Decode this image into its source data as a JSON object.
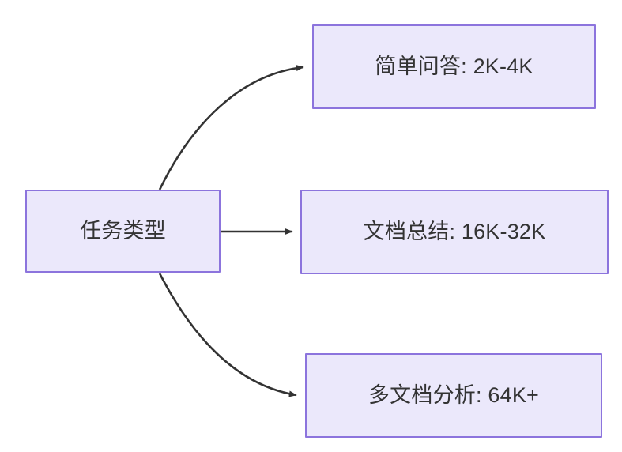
{
  "diagram": {
    "type": "flowchart",
    "direction": "left-to-right",
    "background_color": "#ffffff",
    "node_fill_color": "#ebe8fb",
    "node_border_color": "#8c74dd",
    "text_color": "#333333",
    "edge_color": "#333333",
    "nodes": [
      {
        "id": "root",
        "label": "任务类型"
      },
      {
        "id": "simple_qa",
        "label": "简单问答: 2K-4K"
      },
      {
        "id": "doc_sum",
        "label": "文档总结: 16K-32K"
      },
      {
        "id": "multi_doc",
        "label": "多文档分析: 64K+"
      }
    ],
    "edges": [
      {
        "id": "edge-root-simple-qa",
        "from": "root",
        "to": "simple_qa",
        "label": "",
        "style": "curved-arrow"
      },
      {
        "id": "edge-root-doc-sum",
        "from": "root",
        "to": "doc_sum",
        "label": "",
        "style": "straight-arrow"
      },
      {
        "id": "edge-root-multi-doc",
        "from": "root",
        "to": "multi_doc",
        "label": "",
        "style": "curved-arrow"
      }
    ]
  }
}
